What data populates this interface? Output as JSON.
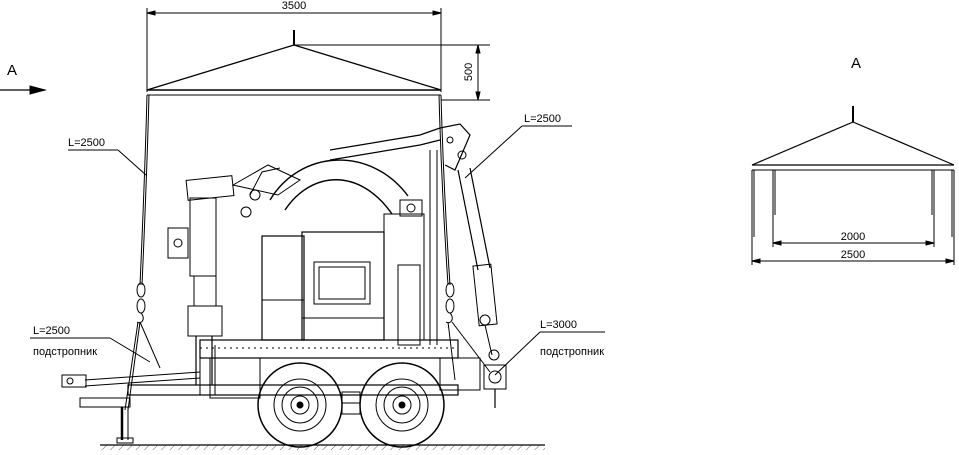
{
  "side_view": {
    "view_marker": "А",
    "dim_width": "3500",
    "dim_height": "500",
    "sling_left_top": "L=2500",
    "sling_right_top": "L=2500",
    "sling_left_bottom": "L=2500",
    "sling_left_bottom_note": "подстропник",
    "sling_right_bottom": "L=3000",
    "sling_right_bottom_note": "подстропник"
  },
  "end_view": {
    "title": "А",
    "dim_inner": "2000",
    "dim_outer": "2500"
  },
  "colors": {
    "line": "#000000",
    "background": "#ffffff"
  }
}
